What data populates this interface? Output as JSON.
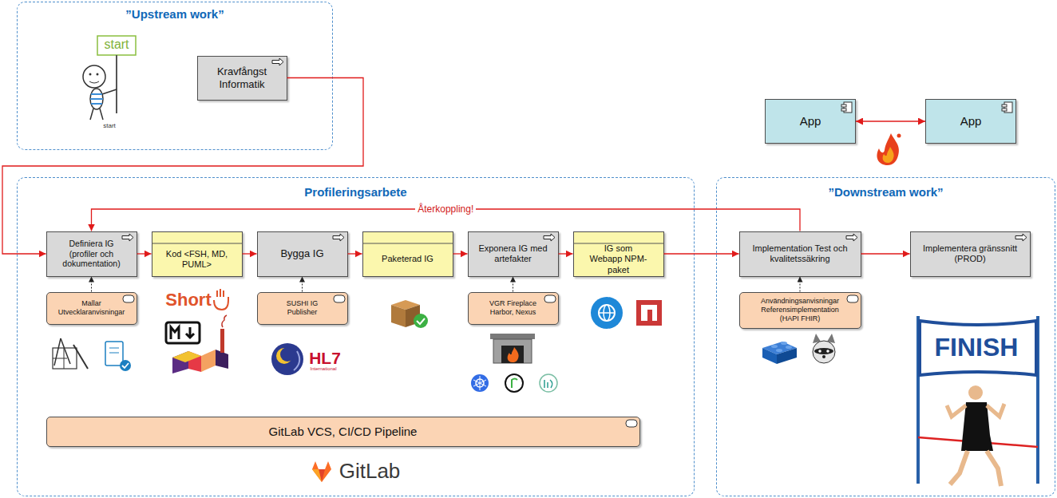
{
  "diagram": {
    "nodes": [
      {
        "text": [
          "”Upstream work”"
        ]
      },
      {
        "text": [
          "Kravfångst Informatik"
        ],
        "in": 0
      },
      {
        "text": [
          "App"
        ]
      },
      {
        "text": [
          "App"
        ]
      },
      {
        "text": [
          "Profileringsarbete"
        ]
      },
      {
        "text": [
          "Definiera IG (profiler och dokumentation)"
        ],
        "in": 4
      },
      {
        "text": [
          "Kod <FSH, MD, PUML>"
        ],
        "in": 4
      },
      {
        "text": [
          "Bygga IG"
        ],
        "in": 4
      },
      {
        "text": [
          "Paketerad IG"
        ],
        "in": 4
      },
      {
        "text": [
          "Exponera IG med artefakter"
        ],
        "in": 4
      },
      {
        "text": [
          "IG som Webapp NPM-paket"
        ],
        "in": 4
      },
      {
        "text": [
          "Mallar Utvecklaranvisningar"
        ],
        "in": 4
      },
      {
        "text": [
          "SUSHI IG Publisher"
        ],
        "in": 4
      },
      {
        "text": [
          "VGR Fireplace Harbor, Nexus"
        ],
        "in": 4
      },
      {
        "text": [
          "GitLab VCS, CI/CD Pipeline"
        ],
        "in": 4
      },
      {
        "text": [
          "”Downstream work”"
        ]
      },
      {
        "text": [
          "Implementation Test och kvalitetssäkring"
        ],
        "in": 15
      },
      {
        "text": [
          "Implementera gränssnitt (PROD)"
        ],
        "in": 15
      },
      {
        "text": [
          "Användningsanvisningar Referensimplementation (HAPI FHIR)"
        ],
        "in": 15
      }
    ],
    "edges": [
      {
        "from": 1,
        "to": 5,
        "arrow": "to"
      },
      {
        "from": 5,
        "to": 6,
        "arrow": "to"
      },
      {
        "from": 6,
        "to": 7,
        "arrow": "to"
      },
      {
        "from": 7,
        "to": 8,
        "arrow": "to"
      },
      {
        "from": 8,
        "to": 9,
        "arrow": "to"
      },
      {
        "from": 9,
        "to": 10,
        "arrow": "to"
      },
      {
        "from": 10,
        "to": 16,
        "arrow": "to"
      },
      {
        "from": 16,
        "to": 17,
        "arrow": "to"
      },
      {
        "from": 16,
        "to": 5,
        "label": "Återkoppling!",
        "arrow": "to"
      },
      {
        "from": 11,
        "to": 5,
        "arrow": "to"
      },
      {
        "from": 12,
        "to": 7,
        "arrow": "to"
      },
      {
        "from": 13,
        "to": 9,
        "arrow": "to"
      },
      {
        "from": 18,
        "to": 16,
        "arrow": "to"
      },
      {
        "from": 2,
        "to": 3,
        "arrow": "both"
      }
    ],
    "labels": [
      "start",
      "start",
      "Short",
      "HL7",
      "International",
      "GitLab",
      "FINISH"
    ]
  }
}
